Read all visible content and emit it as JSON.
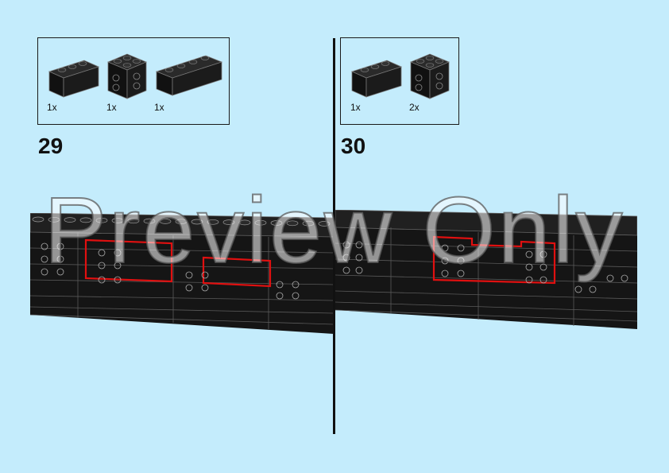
{
  "watermark": "Preview Only",
  "steps": [
    {
      "number": "29",
      "parts": [
        {
          "qty": "1x",
          "icon": "brick-1x3-icon",
          "color": "#1b1b1b"
        },
        {
          "qty": "1x",
          "icon": "brick-2x2-icon",
          "color": "#1b1b1b"
        },
        {
          "qty": "1x",
          "icon": "brick-1x4-icon",
          "color": "#1b1b1b"
        }
      ]
    },
    {
      "number": "30",
      "parts": [
        {
          "qty": "1x",
          "icon": "brick-1x3-icon",
          "color": "#1b1b1b"
        },
        {
          "qty": "2x",
          "icon": "brick-2x2-icon",
          "color": "#1b1b1b"
        }
      ]
    }
  ],
  "colors": {
    "background": "#c4ecfc",
    "brick": "#1b1b1b",
    "highlight": "#e01010"
  }
}
